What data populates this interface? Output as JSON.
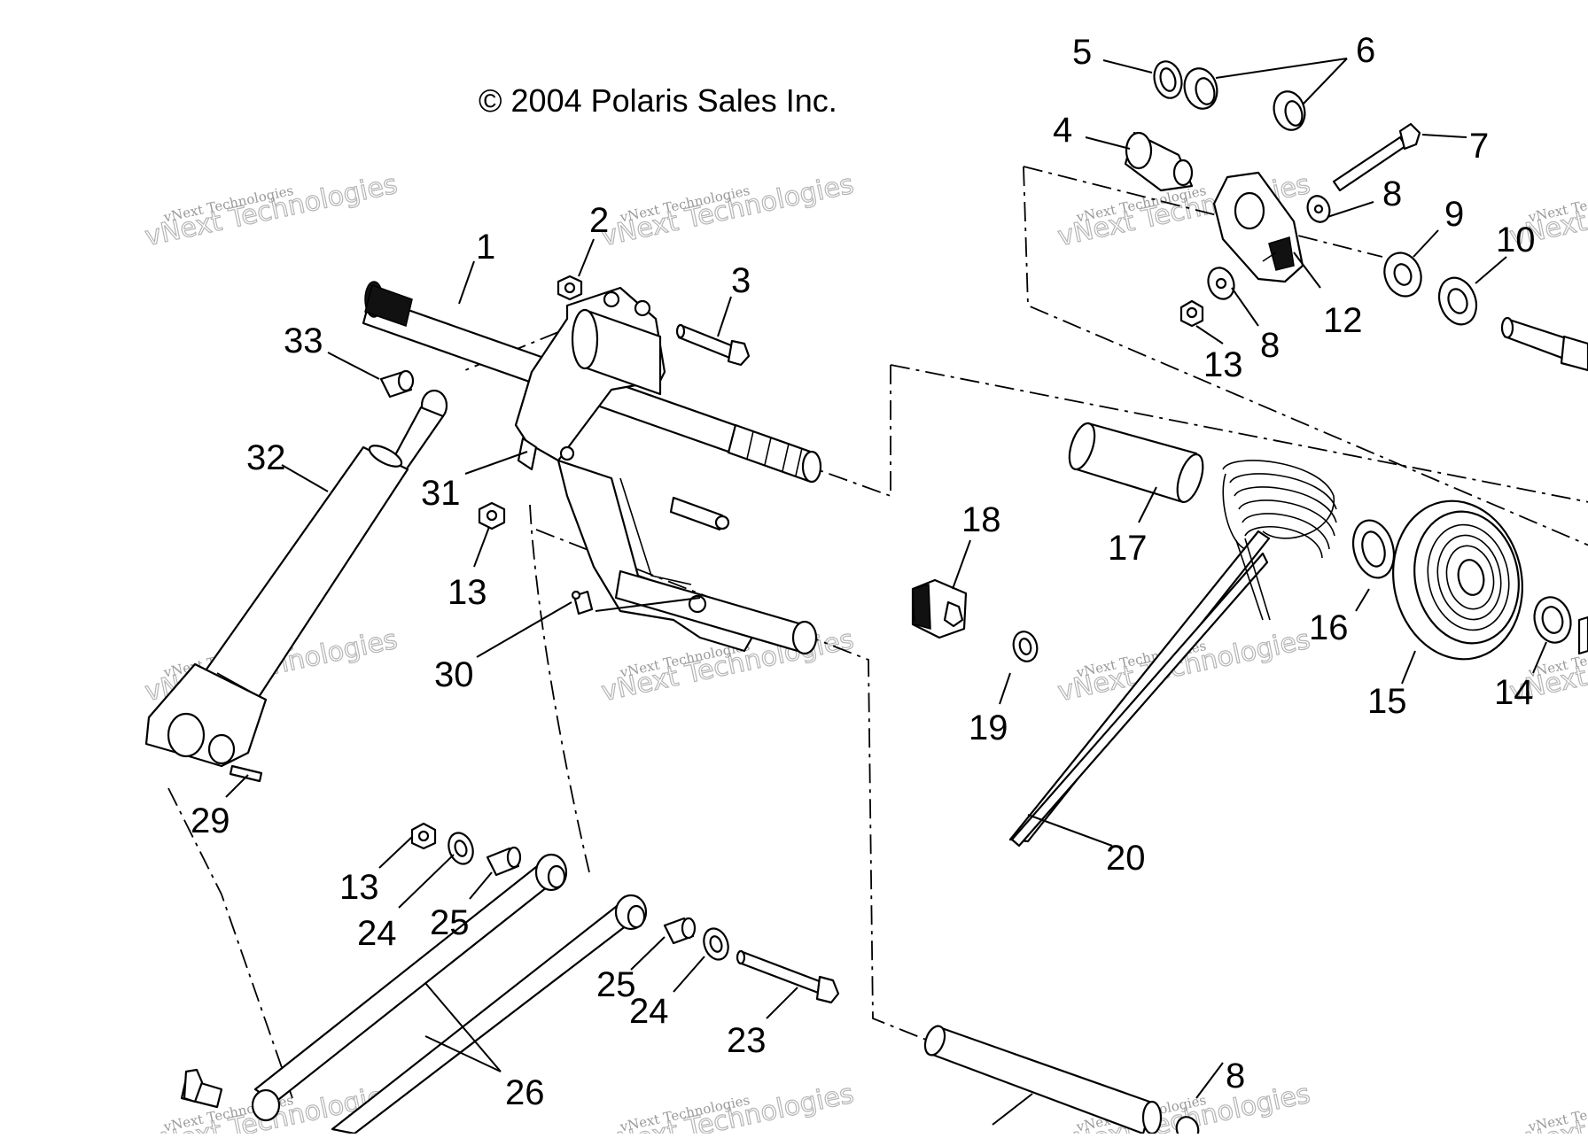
{
  "diagram": {
    "copyright": "© 2004 Polaris Sales Inc.",
    "watermark_line1": "vNext Technologies",
    "watermark_line2": "vNext Technologies",
    "callouts": {
      "c1": "1",
      "c2": "2",
      "c3": "3",
      "c4": "4",
      "c5": "5",
      "c6": "6",
      "c7": "7",
      "c8a": "8",
      "c8b": "8",
      "c8c": "8",
      "c9": "9",
      "c10": "10",
      "c12": "12",
      "c13a": "13",
      "c13b": "13",
      "c13c": "13",
      "c14": "14",
      "c15": "15",
      "c16": "16",
      "c17": "17",
      "c18": "18",
      "c19": "19",
      "c20": "20",
      "c23": "23",
      "c24a": "24",
      "c24b": "24",
      "c25a": "25",
      "c25b": "25",
      "c26": "26",
      "c29": "29",
      "c30": "30",
      "c31": "31",
      "c32": "32",
      "c33": "33"
    },
    "colors": {
      "ink": "#000000",
      "paper": "#ffffff",
      "watermark": "#9a9a9a"
    }
  }
}
